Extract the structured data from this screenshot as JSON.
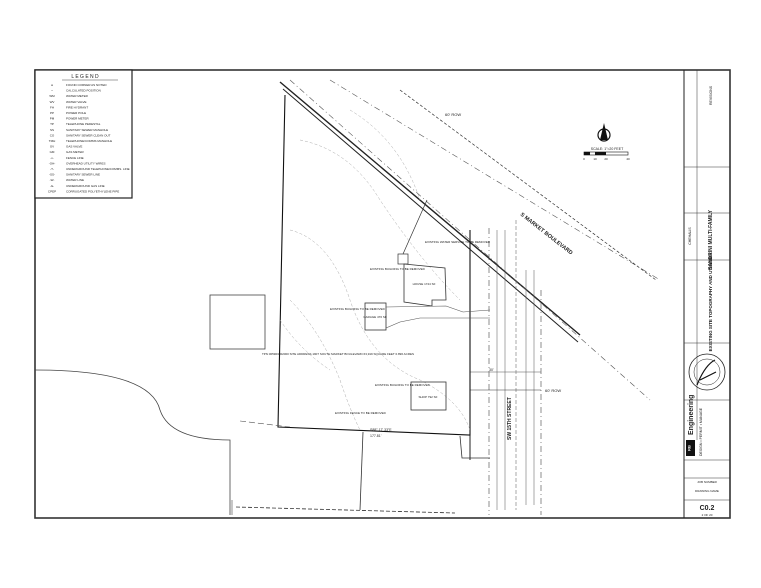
{
  "legend": {
    "title": "L E G E N D",
    "items": [
      {
        "symbol": "●",
        "label": "FOUND CORNER AS NOTED"
      },
      {
        "symbol": "•",
        "label": "CALCULATED POSITION"
      },
      {
        "symbol": "WM",
        "label": "WATER METER"
      },
      {
        "symbol": "WV",
        "label": "WATER VALVE"
      },
      {
        "symbol": "FH",
        "label": "FIRE HYDRANT"
      },
      {
        "symbol": "PP",
        "label": "POWER POLE"
      },
      {
        "symbol": "PM",
        "label": "POWER METER"
      },
      {
        "symbol": "TP",
        "label": "TELEPHONE PEDESTAL"
      },
      {
        "symbol": "SS",
        "label": "SANITARY SEWER MANHOLE"
      },
      {
        "symbol": "CO",
        "label": "SANITARY SEWER CLEAN OUT"
      },
      {
        "symbol": "TMH",
        "label": "TELEPHONE/COMMS MANHOLE"
      },
      {
        "symbol": "GV",
        "label": "GAS VALVE"
      },
      {
        "symbol": "GM",
        "label": "GAS METER"
      },
      {
        "symbol": "-x-",
        "label": "FENCE LINE"
      },
      {
        "symbol": "-OH-",
        "label": "OVERHEAD UTILITY WIRES"
      },
      {
        "symbol": "-T-",
        "label": "UNDERGROUND TELEPHONE/COMMS. LINE"
      },
      {
        "symbol": "-SS-",
        "label": "SANITARY SEWER LINE"
      },
      {
        "symbol": "-W-",
        "label": "WATER LINE"
      },
      {
        "symbol": "-G-",
        "label": "UNDERGROUND GAS LINE"
      },
      {
        "symbol": "CPEP",
        "label": "CORRUGATED POLYETHYLENE PIPE"
      }
    ]
  },
  "plan": {
    "street_top": "S MARKET BOULEVARD",
    "street_side": "SW 15TH STREET",
    "row_top": "60' ROW",
    "row_side": "60' ROW",
    "house": "HOUSE 1744 SF",
    "garage": "GARAGE 476 SF",
    "shop": "SHOP 792 SF",
    "parcel_note": "TPN 005903002000 SITE ADDRESS 1907 SOUTH MARKET BOULEVARD 63,919 SQUARE FEET 0.896 ACRES",
    "remove_building": "EXISTING BUILDING TO BE REMOVED",
    "remove_fence": "EXISTING FENCE TO BE REMOVED",
    "water_service": "EXISTING WATER SERVICE TO BE REMOVED",
    "bearing": "S88° 17' 33\"E",
    "distance": "177.81'",
    "side_width": "30'"
  },
  "scale": {
    "label": "SCALE: 1\"=20 FEET",
    "ticks": [
      "0",
      "10",
      "20",
      "40"
    ]
  },
  "title_block": {
    "firm": "Engineering",
    "firm_initials": "RB",
    "tagline": "DESIGN • PERMIT • MANAGE",
    "sheet_title": "EXISTING SITE TOPOGRAPHY AND UTILITIES",
    "project": "SANDRINI MULTI-FAMILY",
    "city": "CHEHALIS",
    "job_number_label": "JOB NUMBER",
    "drawing_name_label": "DRAWING NAME",
    "sheet_number": "C0.2",
    "sheet_count": "2 OF 20",
    "revisions_label": "REVISIONS"
  }
}
